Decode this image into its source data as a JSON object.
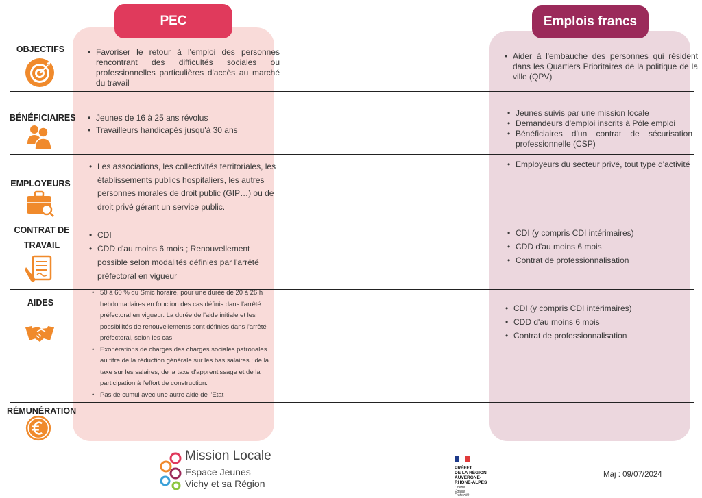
{
  "columns": {
    "pec": "PEC",
    "emplois_francs": "Emplois francs"
  },
  "rows": {
    "objectifs": {
      "label": "OBJECTIFS",
      "pec": [
        "Favoriser le retour à l'emploi des personnes rencontrant des difficultés sociales ou professionnelles particulières d'accès au marché du travail"
      ],
      "ef": [
        "Aider à l'embauche des personnes qui résident dans les Quartiers Prioritaires de la politique de la ville (QPV)"
      ]
    },
    "beneficiaires": {
      "label": "BÉNÉFICIAIRES",
      "pec": [
        "Jeunes de 16 à 25 ans révolus",
        "Travailleurs handicapés jusqu'à 30 ans"
      ],
      "ef": [
        "Jeunes suivis par une mission locale",
        "Demandeurs d'emploi inscrits à Pôle emploi",
        "Bénéficiaires d'un contrat de sécurisation professionnelle (CSP)"
      ]
    },
    "employeurs": {
      "label": "EMPLOYEURS",
      "pec": [
        "Les associations, les collectivités territoriales, les établissements publics hospitaliers, les autres personnes morales de droit public (GIP…) ou de droit privé gérant un service public."
      ],
      "ef": [
        "Employeurs du secteur privé, tout type d'activité"
      ]
    },
    "contrat": {
      "label": "CONTRAT DE TRAVAIL",
      "pec": [
        "CDI",
        "CDD d'au moins 6 mois ; Renouvellement possible selon modalités définies par l'arrêté préfectoral en vigueur"
      ],
      "ef": [
        "CDI (y compris CDI intérimaires)",
        "CDD d'au moins 6 mois",
        "Contrat de professionnalisation"
      ]
    },
    "aides": {
      "label": "AIDES",
      "pec": [
        "50 à 60 % du Smic horaire, pour une durée de 20 à 26 h hebdomadaires en fonction des cas définis dans l'arrêté préfectoral en vigueur. La durée de l'aide initiale et les possibilités de renouvellements sont définies dans l'arrêté préfectoral, selon les cas.",
        "Exonérations de charges des charges sociales patronales au titre de la réduction générale sur les bas salaires ; de la taxe sur les salaires, de la taxe d'apprentissage et de la participation à l'effort de construction.",
        "Pas de cumul avec une autre aide de l'Etat"
      ],
      "ef": [
        "CDI (y compris CDI intérimaires)",
        "CDD d'au moins 6 mois",
        "Contrat de professionnalisation"
      ]
    },
    "remuneration": {
      "label": "RÉMUNÉRATION"
    }
  },
  "icons": {
    "objectifs": "target-icon",
    "beneficiaires": "people-icon",
    "employeurs": "briefcase-search-icon",
    "contrat": "contract-pen-icon",
    "aides": "handshake-icon",
    "remuneration": "euro-icon"
  },
  "colors": {
    "pec_header": "#e03a5c",
    "pec_bg": "#f9dbd9",
    "ef_header": "#9b2a5a",
    "ef_bg": "#ecd7de",
    "icon": "#f08a2c"
  },
  "footer": {
    "mission_locale": {
      "title": "Mission Locale",
      "line1": "Espace Jeunes",
      "line2": "Vichy et sa Région"
    },
    "prefet": {
      "lines": [
        "PRÉFET",
        "DE LA RÉGION",
        "AUVERGNE-",
        "RHÔNE-ALPES"
      ],
      "motto": [
        "Liberté",
        "Égalité",
        "Fraternité"
      ]
    },
    "maj": "Maj : 09/07/2024"
  }
}
